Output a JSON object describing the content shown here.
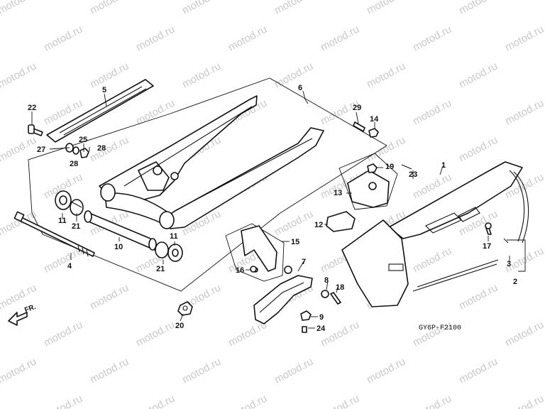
{
  "watermark": {
    "text": "motod.ru",
    "color": "#c9c9c9"
  },
  "diagram_code": "GY6P-F2100",
  "direction_label": "FR.",
  "part_labels": [
    {
      "id": "1",
      "text": "1"
    },
    {
      "id": "2",
      "text": "2"
    },
    {
      "id": "3",
      "text": "3"
    },
    {
      "id": "4",
      "text": "4"
    },
    {
      "id": "5",
      "text": "5"
    },
    {
      "id": "6",
      "text": "6"
    },
    {
      "id": "7",
      "text": "7"
    },
    {
      "id": "8",
      "text": "8"
    },
    {
      "id": "9",
      "text": "9"
    },
    {
      "id": "10",
      "text": "10"
    },
    {
      "id": "11a",
      "text": "11"
    },
    {
      "id": "11b",
      "text": "11"
    },
    {
      "id": "12",
      "text": "12"
    },
    {
      "id": "13",
      "text": "13"
    },
    {
      "id": "14",
      "text": "14"
    },
    {
      "id": "15",
      "text": "15"
    },
    {
      "id": "16",
      "text": "16"
    },
    {
      "id": "17",
      "text": "17"
    },
    {
      "id": "18",
      "text": "18"
    },
    {
      "id": "19",
      "text": "19"
    },
    {
      "id": "20",
      "text": "20"
    },
    {
      "id": "21a",
      "text": "21"
    },
    {
      "id": "21b",
      "text": "21"
    },
    {
      "id": "22",
      "text": "22"
    },
    {
      "id": "23",
      "text": "23"
    },
    {
      "id": "24",
      "text": "24"
    },
    {
      "id": "25",
      "text": "25"
    },
    {
      "id": "27",
      "text": "27"
    },
    {
      "id": "28a",
      "text": "28"
    },
    {
      "id": "28b",
      "text": "28"
    },
    {
      "id": "29",
      "text": "29"
    }
  ]
}
